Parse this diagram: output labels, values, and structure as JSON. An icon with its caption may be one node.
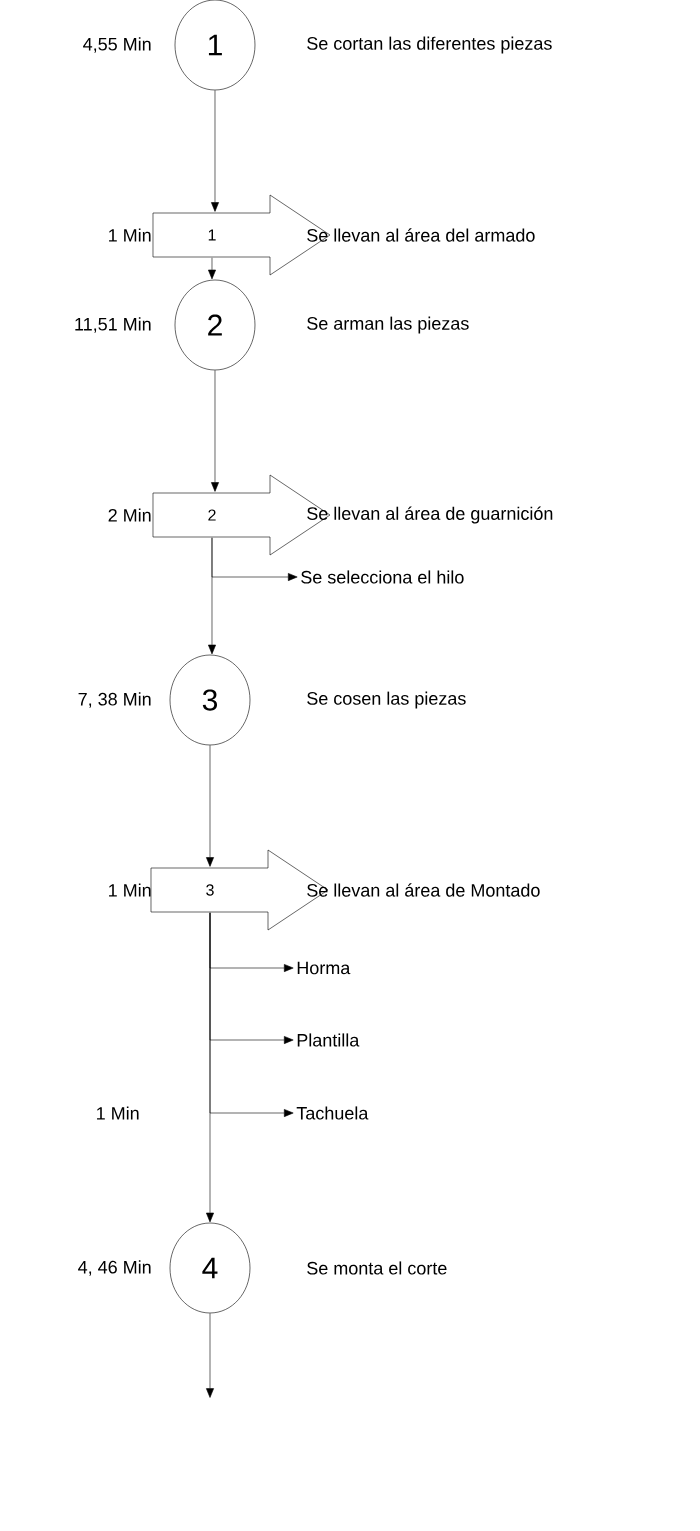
{
  "diagram": {
    "nodes": [
      {
        "text": [
          "1"
        ],
        "beside": [
          "4,55 Min",
          "Se cortan las diferentes piezas"
        ]
      },
      {
        "text": [
          "1"
        ],
        "beside": [
          "1 Min",
          "Se llevan al área del armado"
        ]
      },
      {
        "text": [
          "2"
        ],
        "beside": [
          "11,51 Min",
          "Se arman las piezas"
        ]
      },
      {
        "text": [
          "2"
        ],
        "beside": [
          "2 Min",
          "Se llevan al área de guarnición"
        ]
      },
      {
        "text": [
          "Se selecciona el hilo"
        ]
      },
      {
        "text": [
          "3"
        ],
        "beside": [
          "7, 38 Min",
          "Se cosen las piezas"
        ]
      },
      {
        "text": [
          "3"
        ],
        "beside": [
          "1 Min",
          "Se llevan al área de Montado"
        ]
      },
      {
        "text": [
          "Horma"
        ]
      },
      {
        "text": [
          "Plantilla"
        ]
      },
      {
        "text": [
          "Tachuela"
        ]
      },
      {
        "text": [
          "4"
        ],
        "beside": [
          "4, 46 Min",
          "Se monta el corte"
        ]
      }
    ],
    "edges": [
      {
        "from": 0,
        "to": 1,
        "arrow": "to"
      },
      {
        "from": 1,
        "to": 2,
        "arrow": "to"
      },
      {
        "from": 2,
        "to": 3,
        "arrow": "to"
      },
      {
        "from": 3,
        "to": 4,
        "arrow": "to"
      },
      {
        "from": 3,
        "to": 5,
        "arrow": "to"
      },
      {
        "from": 5,
        "to": 6,
        "arrow": "to"
      },
      {
        "from": 6,
        "to": 7,
        "arrow": "to"
      },
      {
        "from": 6,
        "to": 8,
        "arrow": "to"
      },
      {
        "from": 6,
        "to": 9,
        "arrow": "to"
      },
      {
        "from": 6,
        "to": 10,
        "arrow": "to"
      },
      {
        "from": 10,
        "to": null,
        "arrow": "to"
      }
    ],
    "labels": [
      "1 Min"
    ]
  }
}
